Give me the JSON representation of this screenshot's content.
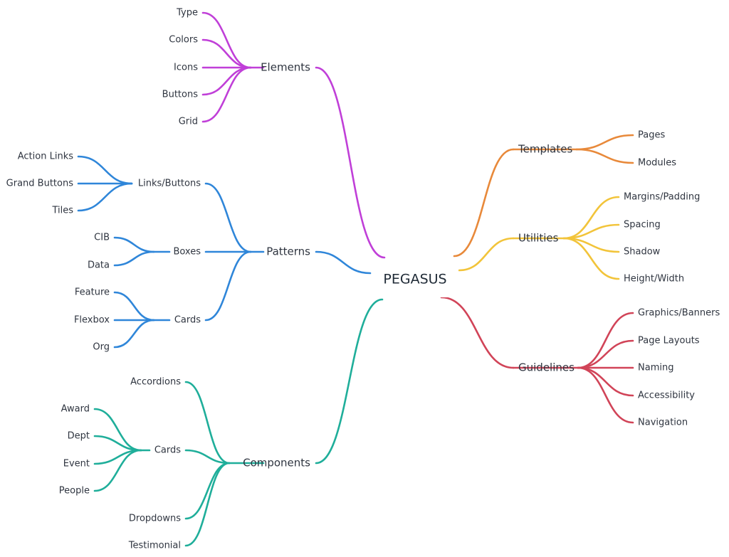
{
  "mindmap": {
    "root": "PEGASUS",
    "colors": {
      "elements": "#c03fd8",
      "patterns": "#2f86d9",
      "components": "#1fae9a",
      "templates": "#e8893a",
      "utilities": "#f2c43a",
      "guidelines": "#d14458"
    },
    "branches": [
      {
        "key": "elements",
        "label": "Elements",
        "children": [
          {
            "label": "Type"
          },
          {
            "label": "Colors"
          },
          {
            "label": "Icons"
          },
          {
            "label": "Buttons"
          },
          {
            "label": "Grid"
          }
        ]
      },
      {
        "key": "patterns",
        "label": "Patterns",
        "children": [
          {
            "label": "Links/Buttons",
            "children": [
              {
                "label": "Action Links"
              },
              {
                "label": "Grand Buttons"
              },
              {
                "label": "Tiles"
              }
            ]
          },
          {
            "label": "Boxes",
            "children": [
              {
                "label": "CIB"
              },
              {
                "label": "Data"
              }
            ]
          },
          {
            "label": "Cards",
            "children": [
              {
                "label": "Feature"
              },
              {
                "label": "Flexbox"
              },
              {
                "label": "Org"
              }
            ]
          }
        ]
      },
      {
        "key": "components",
        "label": "Components",
        "children": [
          {
            "label": "Accordions"
          },
          {
            "label": "Cards",
            "children": [
              {
                "label": "Award"
              },
              {
                "label": "Dept"
              },
              {
                "label": "Event"
              },
              {
                "label": "People"
              }
            ]
          },
          {
            "label": "Dropdowns"
          },
          {
            "label": "Testimonial"
          }
        ]
      },
      {
        "key": "templates",
        "label": "Templates",
        "children": [
          {
            "label": "Pages"
          },
          {
            "label": "Modules"
          }
        ]
      },
      {
        "key": "utilities",
        "label": "Utilities",
        "children": [
          {
            "label": "Margins/Padding"
          },
          {
            "label": "Spacing"
          },
          {
            "label": "Shadow"
          },
          {
            "label": "Height/Width"
          }
        ]
      },
      {
        "key": "guidelines",
        "label": "Guidelines",
        "children": [
          {
            "label": "Graphics/Banners"
          },
          {
            "label": "Page Layouts"
          },
          {
            "label": "Naming"
          },
          {
            "label": "Accessibility"
          },
          {
            "label": "Navigation"
          }
        ]
      }
    ]
  }
}
